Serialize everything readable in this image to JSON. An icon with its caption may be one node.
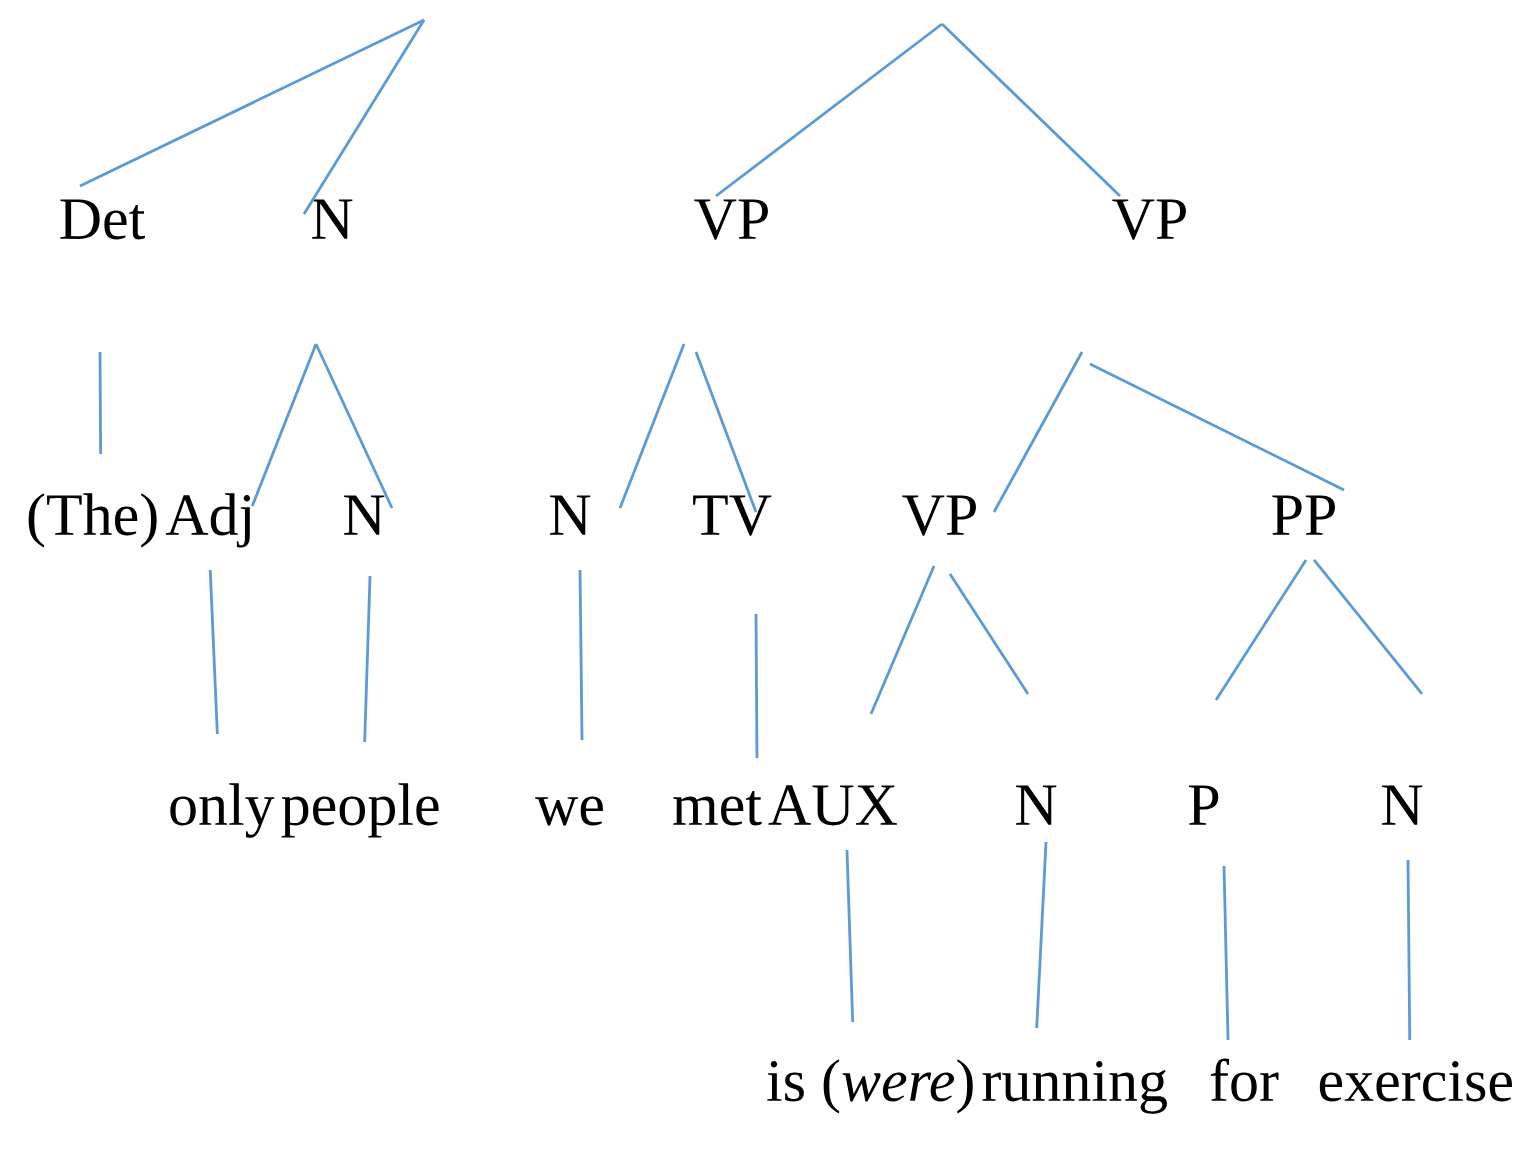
{
  "diagram": {
    "nodes": [
      {
        "text": [
          "Det"
        ]
      },
      {
        "text": [
          "N"
        ]
      },
      {
        "text": [
          "VP"
        ]
      },
      {
        "text": [
          "VP"
        ]
      },
      {
        "text": [
          "(The)"
        ]
      },
      {
        "text": [
          "Adj"
        ]
      },
      {
        "text": [
          "N"
        ]
      },
      {
        "text": [
          "N"
        ]
      },
      {
        "text": [
          "TV"
        ]
      },
      {
        "text": [
          "VP"
        ]
      },
      {
        "text": [
          "PP"
        ]
      },
      {
        "text": [
          "only"
        ]
      },
      {
        "text": [
          "people"
        ]
      },
      {
        "text": [
          "we"
        ]
      },
      {
        "text": [
          "met"
        ]
      },
      {
        "text": [
          "AUX"
        ]
      },
      {
        "text": [
          "N"
        ]
      },
      {
        "text": [
          "P"
        ]
      },
      {
        "text": [
          "N"
        ]
      },
      {
        "text": [
          "is (*were*)"
        ]
      },
      {
        "text": [
          "running"
        ]
      },
      {
        "text": [
          "for"
        ]
      },
      {
        "text": [
          "exercise"
        ]
      }
    ],
    "edges": [
      {
        "from": null,
        "to": 0,
        "arrow": "none"
      },
      {
        "from": null,
        "to": 1,
        "arrow": "none"
      },
      {
        "from": null,
        "to": 2,
        "arrow": "none"
      },
      {
        "from": null,
        "to": 3,
        "arrow": "none"
      },
      {
        "from": 0,
        "to": 4,
        "arrow": "none"
      },
      {
        "from": 1,
        "to": 5,
        "arrow": "none"
      },
      {
        "from": 1,
        "to": 6,
        "arrow": "none"
      },
      {
        "from": 2,
        "to": 7,
        "arrow": "none"
      },
      {
        "from": 2,
        "to": 8,
        "arrow": "none"
      },
      {
        "from": 3,
        "to": 9,
        "arrow": "none"
      },
      {
        "from": 3,
        "to": 10,
        "arrow": "none"
      },
      {
        "from": 5,
        "to": 11,
        "arrow": "none"
      },
      {
        "from": 6,
        "to": 12,
        "arrow": "none"
      },
      {
        "from": 7,
        "to": 13,
        "arrow": "none"
      },
      {
        "from": 8,
        "to": 14,
        "arrow": "none"
      },
      {
        "from": 9,
        "to": 15,
        "arrow": "none"
      },
      {
        "from": 9,
        "to": 16,
        "arrow": "none"
      },
      {
        "from": 10,
        "to": 17,
        "arrow": "none"
      },
      {
        "from": 10,
        "to": 18,
        "arrow": "none"
      },
      {
        "from": 15,
        "to": 19,
        "arrow": "none"
      },
      {
        "from": 16,
        "to": 20,
        "arrow": "none"
      },
      {
        "from": 17,
        "to": 21,
        "arrow": "none"
      },
      {
        "from": 18,
        "to": 22,
        "arrow": "none"
      }
    ]
  }
}
